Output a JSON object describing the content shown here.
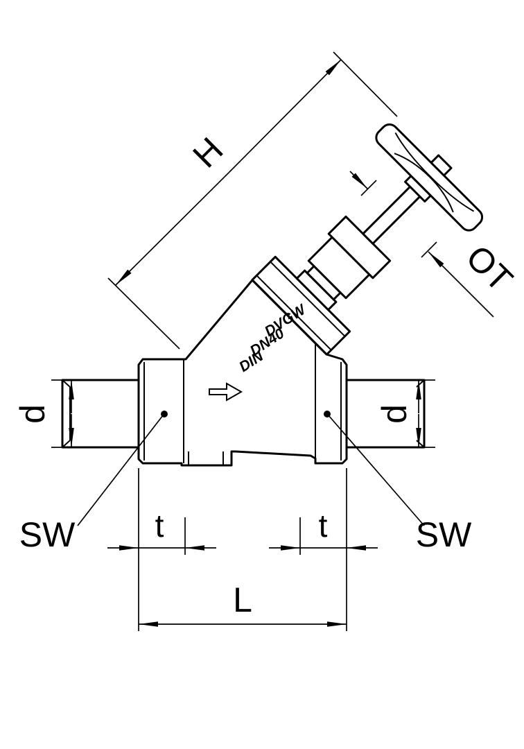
{
  "dimension_labels": {
    "height": "H",
    "top_unit": "OT",
    "diameter_left": "d",
    "diameter_right": "d",
    "wrench_left": "SW",
    "wrench_right": "SW",
    "thread_left": "t",
    "thread_right": "t",
    "length": "L"
  },
  "body_markings": {
    "lines": [
      "DVGW",
      "DN40",
      "DIN"
    ]
  },
  "colors": {
    "line": "#000000",
    "background": "#ffffff"
  }
}
